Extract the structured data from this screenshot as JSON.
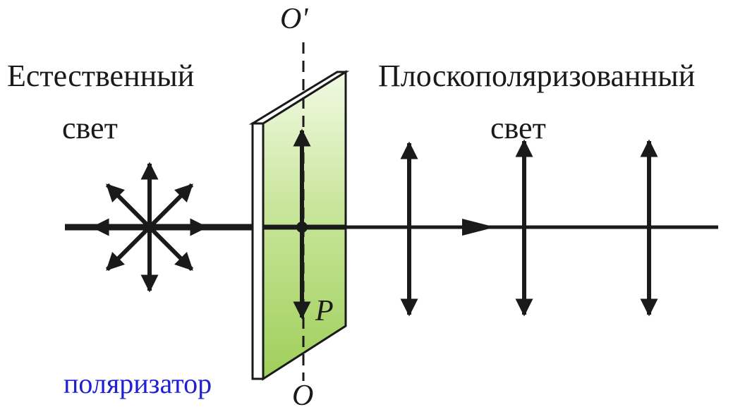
{
  "labels": {
    "natural_light_1": "Естественный",
    "natural_light_2": "свет",
    "polarized_light_1": "Плоскополяризованный",
    "polarized_light_2": "свет",
    "axis_top": "O'",
    "axis_bottom": "O",
    "polarizer_axis": "P",
    "polarizer": "поляризатор"
  },
  "colors": {
    "ink": "#1a1a1a",
    "plate_front": "#a9d46a",
    "plate_light": "#e8f5d4",
    "plate_edge": "#ffffff",
    "caption": "#1f1fd6"
  }
}
